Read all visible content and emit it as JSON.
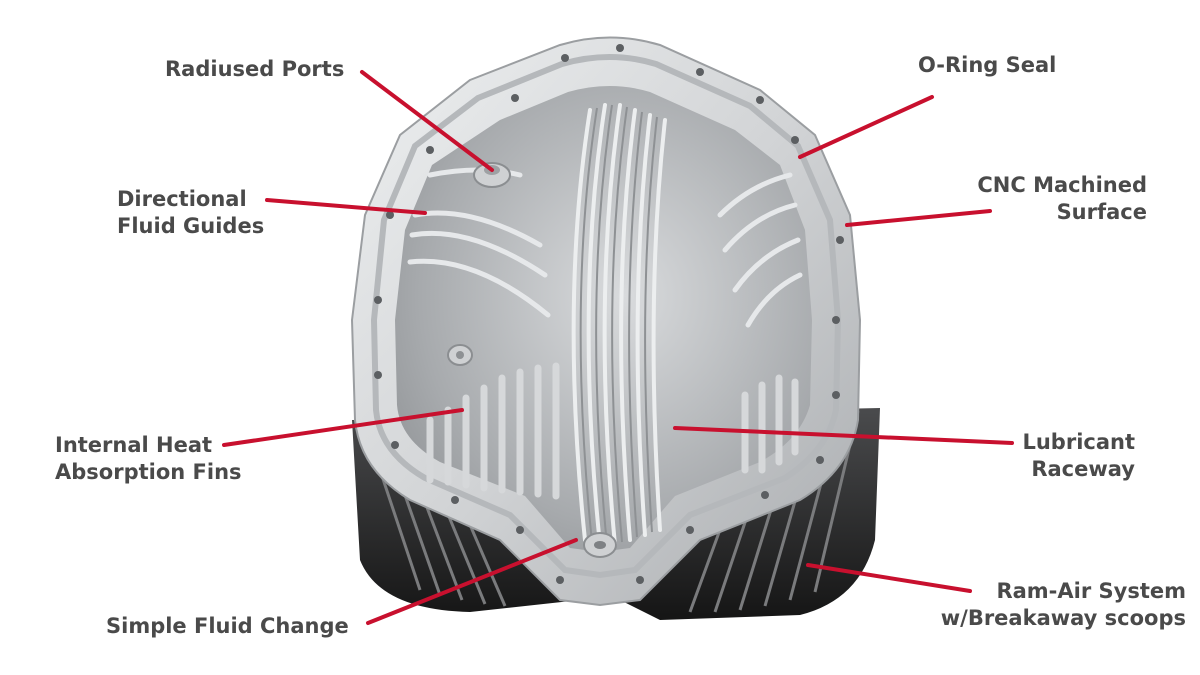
{
  "colors": {
    "leader_line": "#c8102e",
    "label_text": "#4a4a4a",
    "housing": "#c9cbcd",
    "fins_dark": "#2a2a2a"
  },
  "callouts": {
    "radiused_ports": {
      "line1": "Radiused Ports"
    },
    "o_ring_seal": {
      "line1": "O-Ring Seal"
    },
    "directional_fluid_guides": {
      "line1": "Directional",
      "line2": "Fluid Guides"
    },
    "cnc_machined_surface": {
      "line1": "CNC Machined",
      "line2": "Surface"
    },
    "internal_heat_absorption_fins": {
      "line1": "Internal Heat",
      "line2": "Absorption Fins"
    },
    "lubricant_raceway": {
      "line1": "Lubricant",
      "line2": "Raceway"
    },
    "simple_fluid_change": {
      "line1": "Simple Fluid Change"
    },
    "ram_air_system": {
      "line1": "Ram-Air System",
      "line2": "w/Breakaway scoops"
    }
  }
}
